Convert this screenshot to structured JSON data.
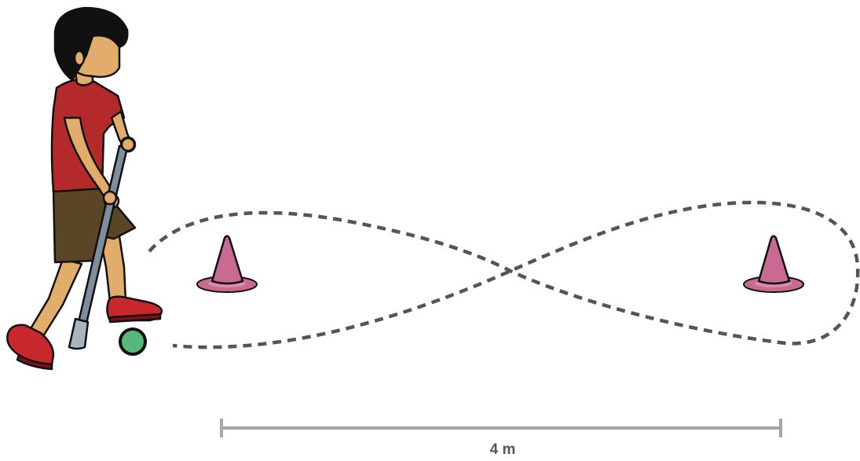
{
  "diagram": {
    "distance_label": "4 m",
    "path_style": "dashed figure-eight around two cones",
    "colors": {
      "path": "#555555",
      "cone": "#c86a92",
      "ball": "#58b87a",
      "shirt": "#b42a2a",
      "shorts": "#5a4526",
      "skin": "#e2ad6a",
      "hair": "#111111",
      "stick": "#7f8e9e",
      "shoes": "#c8282c",
      "scale_bar": "#a6a6a6"
    },
    "elements": [
      "player-figure",
      "hockey-stick",
      "ball",
      "left-cone",
      "right-cone",
      "figure-eight-path",
      "distance-scale-bar"
    ]
  }
}
